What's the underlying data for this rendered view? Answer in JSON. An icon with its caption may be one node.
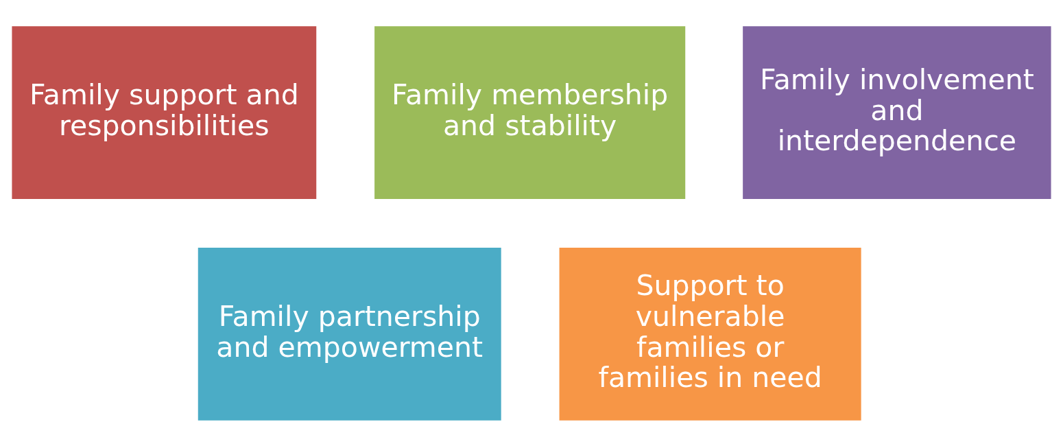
{
  "diagram": {
    "nodes": [
      {
        "text": [
          "Family support and responsibilities"
        ]
      },
      {
        "text": [
          "Family membership and stability"
        ]
      },
      {
        "text": [
          "Family involvement and interdependence"
        ]
      },
      {
        "text": [
          "Family partnership and empowerment"
        ]
      },
      {
        "text": [
          "Support to vulnerable families or families in need"
        ]
      }
    ]
  }
}
